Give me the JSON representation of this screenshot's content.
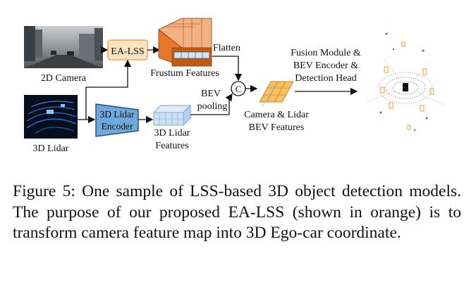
{
  "diagram": {
    "camera_label": "2D Camera",
    "lidar_label": "3D Lidar",
    "ea_lss": "EA-LSS",
    "frustum_label": "Frustum Features",
    "flatten": "Flatten",
    "lidar_encoder_line1": "3D Lidar",
    "lidar_encoder_line2": "Encoder",
    "lidar_features_line1": "3D Lidar",
    "lidar_features_line2": "Features",
    "bev_pooling_line1": "BEV",
    "bev_pooling_line2": "pooling",
    "concat_symbol": "C",
    "bev_features_line1": "Camera & Lidar",
    "bev_features_line2": "BEV Features",
    "fusion_line1": "Fusion Module &",
    "fusion_line2": "BEV Encoder &",
    "fusion_line3": "Detection Head"
  },
  "colors": {
    "orange_fill": "#fce3c2",
    "orange_border": "#f0a64a",
    "frustum_top": "#f4b183",
    "frustum_front": "#e8772e",
    "frustum_side": "#c55a11",
    "encoder_blue": "#6fa8dc",
    "encoder_border": "#1f4e79",
    "bev_orange": "#fbbf64",
    "cube_blue": "#cfe2f3",
    "cube_border": "#6fa8dc"
  },
  "caption": "Figure 5: One sample of LSS-based 3D object detection models. The purpose of our proposed EA-LSS (shown in orange) is to transform camera feature map into 3D Ego-car coordinate."
}
